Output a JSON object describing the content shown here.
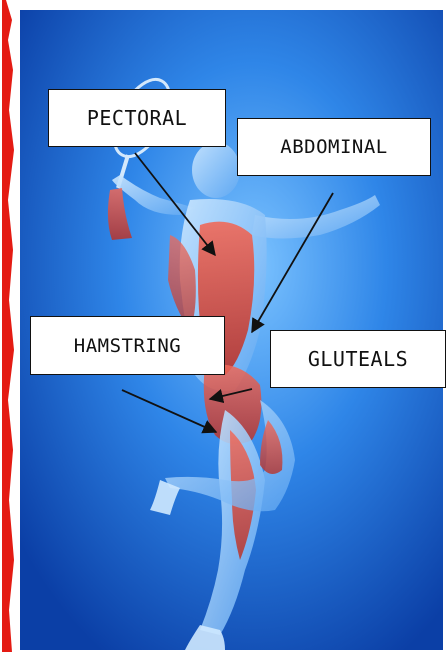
{
  "image": {
    "background_color": "#1f73d6",
    "border_color": "#e41b13",
    "muscle_color": "#d9473a",
    "labels": {
      "pectoral": "PECTORAL",
      "abdominal": "ABDOMINAL",
      "hamstring": "HAMSTRING",
      "gluteals": "GLUTEALS"
    }
  }
}
